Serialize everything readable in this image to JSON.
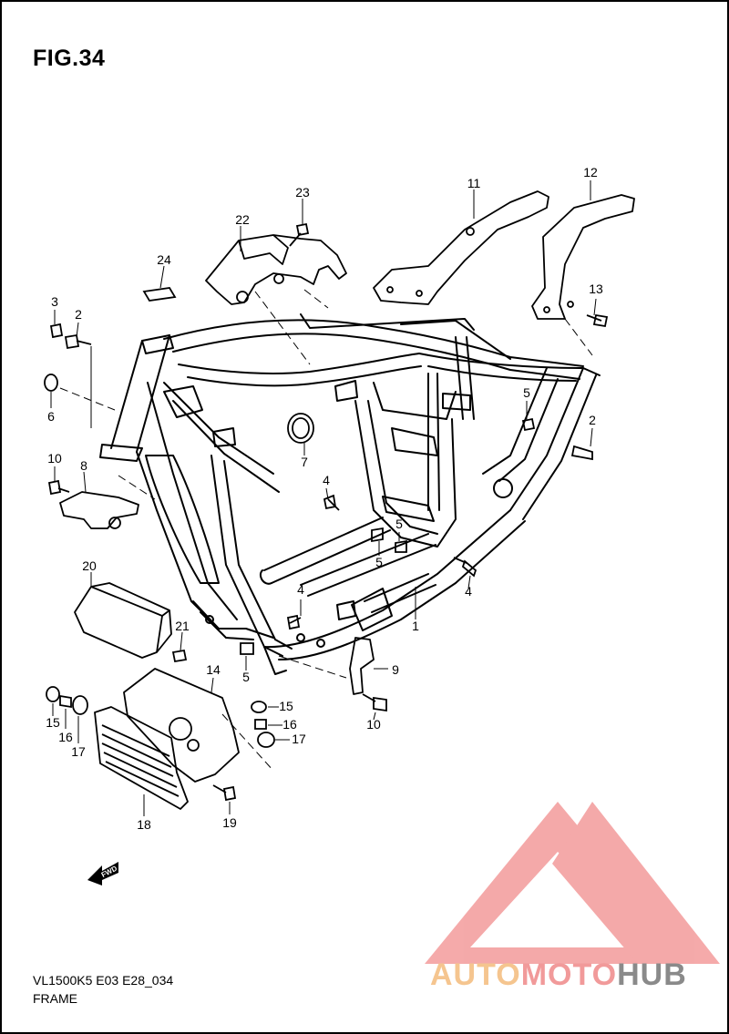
{
  "header": {
    "figure_title": "FIG.34"
  },
  "footer": {
    "model_code": "VL1500K5 E03 E28_034",
    "section_name": "FRAME"
  },
  "fwd_marker": {
    "label": "FWD"
  },
  "watermark": {
    "part1": "AUTO",
    "part2": "MOTO",
    "part3": "HUB",
    "colors": [
      "#f5c58f",
      "#f19a9a",
      "#8a8a8a"
    ]
  },
  "callouts": [
    {
      "id": "c1",
      "label": "1"
    },
    {
      "id": "c2a",
      "label": "2"
    },
    {
      "id": "c2b",
      "label": "2"
    },
    {
      "id": "c3",
      "label": "3"
    },
    {
      "id": "c4a",
      "label": "4"
    },
    {
      "id": "c4b",
      "label": "4"
    },
    {
      "id": "c4c",
      "label": "4"
    },
    {
      "id": "c5a",
      "label": "5"
    },
    {
      "id": "c5b",
      "label": "5"
    },
    {
      "id": "c5c",
      "label": "5"
    },
    {
      "id": "c5d",
      "label": "5"
    },
    {
      "id": "c6",
      "label": "6"
    },
    {
      "id": "c7",
      "label": "7"
    },
    {
      "id": "c8",
      "label": "8"
    },
    {
      "id": "c9",
      "label": "9"
    },
    {
      "id": "c10a",
      "label": "10"
    },
    {
      "id": "c10b",
      "label": "10"
    },
    {
      "id": "c11",
      "label": "11"
    },
    {
      "id": "c12",
      "label": "12"
    },
    {
      "id": "c13",
      "label": "13"
    },
    {
      "id": "c14",
      "label": "14"
    },
    {
      "id": "c15a",
      "label": "15"
    },
    {
      "id": "c15b",
      "label": "15"
    },
    {
      "id": "c16a",
      "label": "16"
    },
    {
      "id": "c16b",
      "label": "16"
    },
    {
      "id": "c17a",
      "label": "17"
    },
    {
      "id": "c17b",
      "label": "17"
    },
    {
      "id": "c18",
      "label": "18"
    },
    {
      "id": "c19",
      "label": "19"
    },
    {
      "id": "c20",
      "label": "20"
    },
    {
      "id": "c21",
      "label": "21"
    },
    {
      "id": "c22",
      "label": "22"
    },
    {
      "id": "c23",
      "label": "23"
    },
    {
      "id": "c24",
      "label": "24"
    }
  ]
}
